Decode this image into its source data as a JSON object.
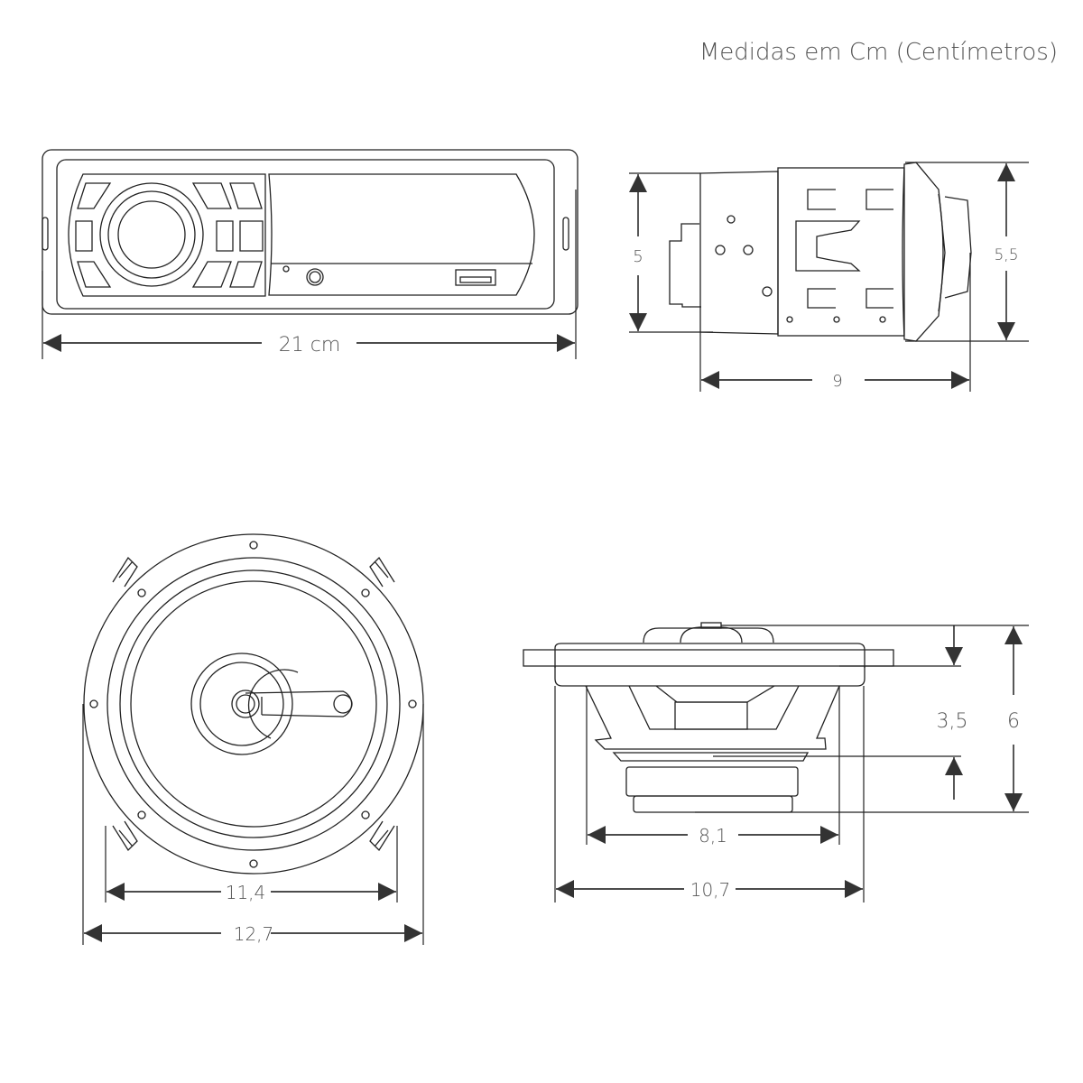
{
  "title": "Medidas em Cm (Centímetros)",
  "radio_front": {
    "width_label": "21 cm"
  },
  "radio_side": {
    "height_label": "5",
    "bezel_height_label": "5,5",
    "depth_label": "9"
  },
  "speaker_front": {
    "inner_label": "11,4",
    "outer_label": "12,7"
  },
  "speaker_side": {
    "depth_label": "3,5",
    "total_height_label": "6",
    "magnet_label": "8,1",
    "flange_label": "10,7"
  },
  "colors": {
    "line": "#222222",
    "text": "#555555",
    "background": "#ffffff"
  }
}
